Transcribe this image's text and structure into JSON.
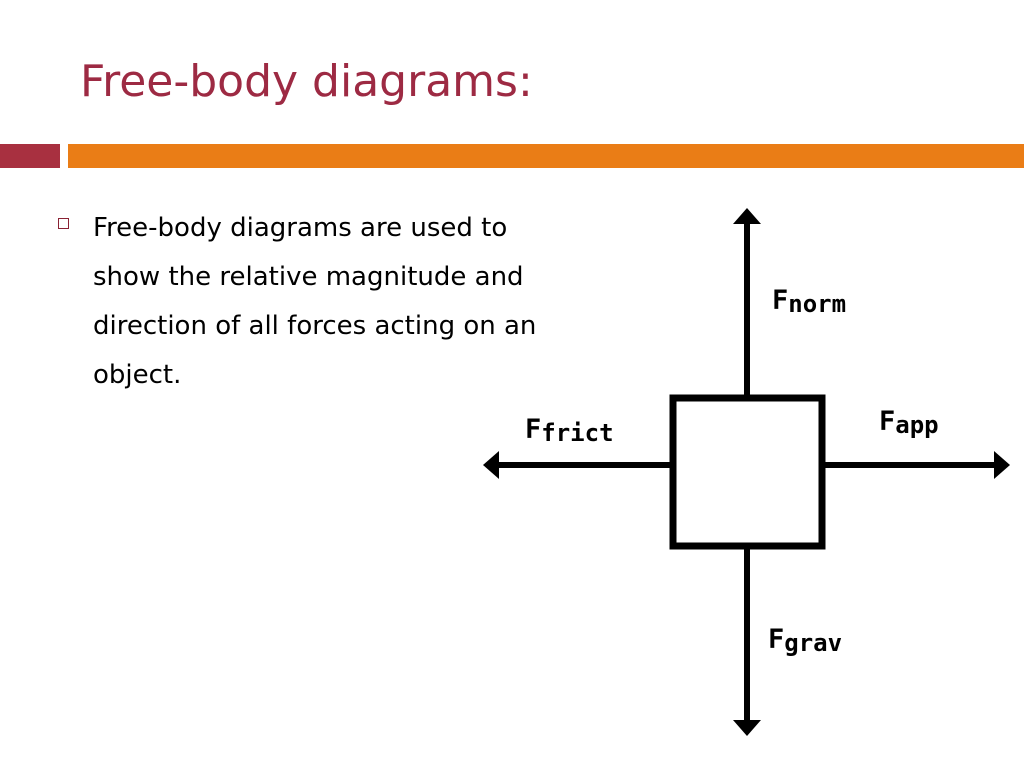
{
  "slide": {
    "title": "Free-body diagrams:",
    "bullets": [
      {
        "text": "Free-body diagrams are used to show the relative magnitude and direction of all forces acting on an object."
      }
    ]
  },
  "diagram": {
    "forces": {
      "norm": {
        "symbol": "F",
        "subscript": "norm"
      },
      "app": {
        "symbol": "F",
        "subscript": "app"
      },
      "frict": {
        "symbol": "F",
        "subscript": "frict"
      },
      "grav": {
        "symbol": "F",
        "subscript": "grav"
      }
    }
  },
  "colors": {
    "title": "#9d2a43",
    "band_left": "#a83040",
    "band_right": "#ea7d16",
    "bullet_marker": "#8a2234",
    "text": "#000000"
  },
  "icons": {
    "bullet": "hollow-square-bullet-icon"
  }
}
